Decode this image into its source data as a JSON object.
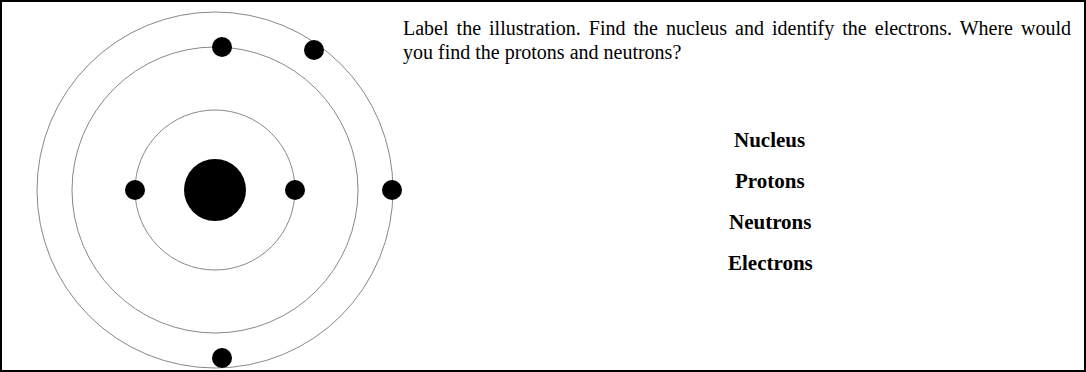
{
  "diagram": {
    "labels": [
      "Label the illustration. Find the nucleus and identify the electrons. Where would you find the protons and neutrons?",
      "Nucleus",
      "Protons",
      "Neutrons",
      "Electrons"
    ]
  }
}
